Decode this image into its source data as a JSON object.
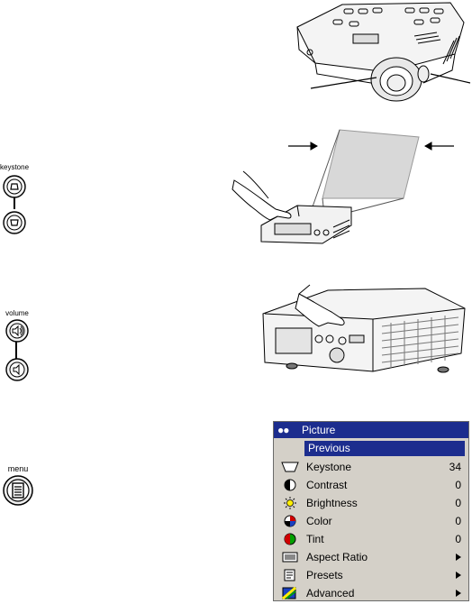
{
  "buttons": {
    "keystone_label": "keystone",
    "volume_label": "volume",
    "menu_label": "menu"
  },
  "menu": {
    "title": "Picture",
    "title_dots": "●●",
    "previous": "Previous",
    "items": [
      {
        "label": "Keystone",
        "value": "34",
        "icon": "keystone-icon"
      },
      {
        "label": "Contrast",
        "value": "0",
        "icon": "contrast-icon"
      },
      {
        "label": "Brightness",
        "value": "0",
        "icon": "brightness-icon"
      },
      {
        "label": "Color",
        "value": "0",
        "icon": "color-icon"
      },
      {
        "label": "Tint",
        "value": "0",
        "icon": "tint-icon"
      },
      {
        "label": "Aspect Ratio",
        "value": "",
        "icon": "aspect-ratio-icon",
        "submenu": true
      },
      {
        "label": "Presets",
        "value": "",
        "icon": "presets-icon",
        "submenu": true
      },
      {
        "label": "Advanced",
        "value": "",
        "icon": "advanced-icon",
        "submenu": true
      }
    ]
  },
  "colors": {
    "menu_highlight": "#1c2d8e",
    "menu_bg": "#d4d0c8"
  }
}
